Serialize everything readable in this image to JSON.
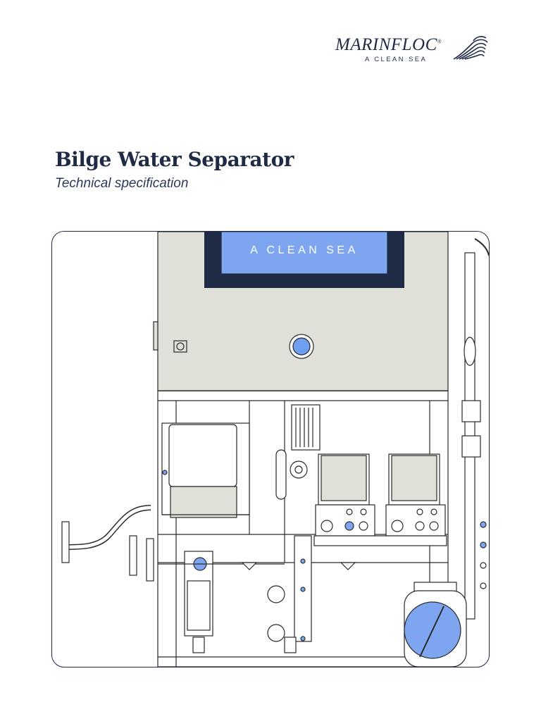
{
  "brand": {
    "name": "MARINFLOC",
    "registered": "®",
    "tagline": "A CLEAN SEA"
  },
  "document": {
    "title": "Bilge Water Separator",
    "subtitle": "Technical specification"
  },
  "illustration": {
    "screen_text": "A CLEAN SEA"
  },
  "colors": {
    "navy": "#1f2a44",
    "panel": "#e0e0d8",
    "accent_blue": "#7ea6f0",
    "line": "#2a2a2a"
  }
}
